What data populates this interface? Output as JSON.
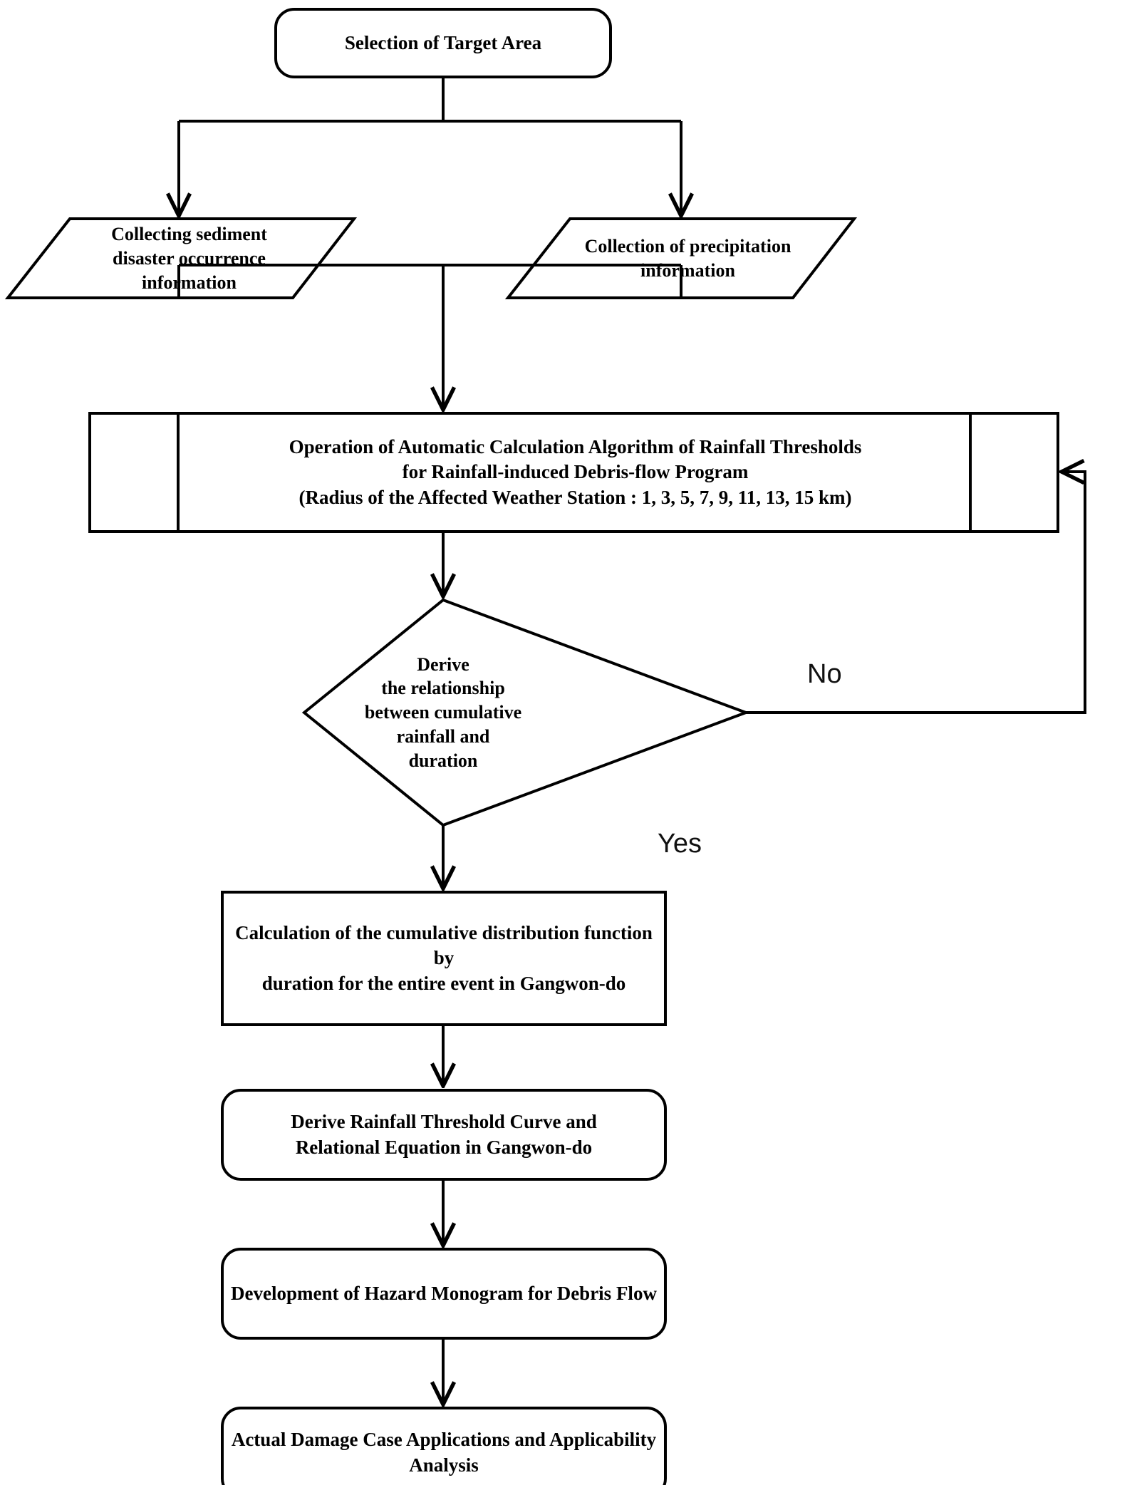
{
  "diagram": {
    "type": "flowchart",
    "title": "Rainfall threshold derivation workflow for rainfall-induced debris flow",
    "background_color": "#ffffff",
    "line_color": "#000000",
    "text_color": "#000000",
    "nodes": [
      {
        "id": "target-area",
        "shape": "rounded-rectangle",
        "label": "Selection of Target Area"
      },
      {
        "id": "sediment-info",
        "shape": "parallelogram",
        "label": "Collecting sediment\ndisaster occurrence\ninformation"
      },
      {
        "id": "precipitation-info",
        "shape": "parallelogram",
        "label": "Collection of precipitation\ninformation"
      },
      {
        "id": "algorithm-operation",
        "shape": "predefined-process",
        "label": "Operation of Automatic Calculation Algorithm of Rainfall Thresholds\nfor Rainfall-induced Debris-flow Program\n(Radius of the Affected Weather Station : 1, 3, 5, 7, 9, 11, 13, 15 km)"
      },
      {
        "id": "derive-relationship",
        "shape": "diamond",
        "label": "Derive\nthe relationship\nbetween cumulative\nrainfall and\nduration"
      },
      {
        "id": "cdf-calculation",
        "shape": "rectangle",
        "label": "Calculation of the cumulative distribution function by\nduration for the entire event in Gangwon-do"
      },
      {
        "id": "threshold-curve",
        "shape": "rounded-rectangle",
        "label": "Derive Rainfall Threshold Curve and\nRelational Equation in Gangwon-do"
      },
      {
        "id": "hazard-monogram",
        "shape": "rounded-rectangle",
        "label": "Development of Hazard Monogram for Debris Flow"
      },
      {
        "id": "damage-case",
        "shape": "rounded-rectangle",
        "label": "Actual Damage Case Applications and Applicability\nAnalysis"
      }
    ],
    "branch_labels": {
      "no": "No",
      "yes": "Yes"
    }
  }
}
